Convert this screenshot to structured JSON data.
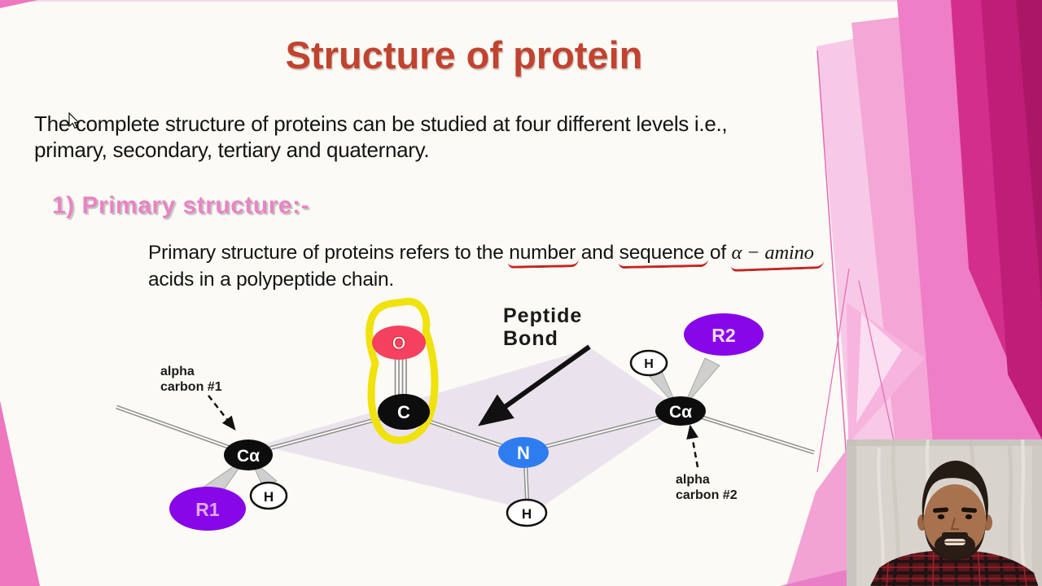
{
  "slide": {
    "title": "Structure of protein",
    "intro": {
      "line1": "The complete structure of proteins can be studied at four different levels i.e.,",
      "line2": "primary, secondary, tertiary and quaternary."
    },
    "section_heading": "1) Primary structure:-",
    "paragraph": {
      "p0": "Primary structure of proteins refers to the ",
      "p1": "number",
      "p2": " and ",
      "p3": "sequence",
      "p4": " of ",
      "p5": "α − amino",
      "line2": "acids in a polypeptide chain."
    }
  },
  "diagram": {
    "atoms": {
      "oxygen": "O",
      "carbon": "C",
      "nitrogen": "N",
      "alpha_carbon": "Cα",
      "r1": "R1",
      "r2": "R2",
      "hydrogen": "H"
    },
    "labels": {
      "alpha1_line1": "alpha",
      "alpha1_line2": "carbon #1",
      "alpha2_line1": "alpha",
      "alpha2_line2": "carbon #2",
      "peptide_line1": "Peptide",
      "peptide_line2": "Bond"
    }
  },
  "colors": {
    "title_text": "#c04330",
    "heading_pink": "#e983c3",
    "underline_red": "#c42525",
    "atom_oxygen": "#f4415f",
    "atom_carbon": "#0d0d0d",
    "atom_nitrogen": "#2e7df0",
    "atom_r_group": "#8807e8",
    "amide_plane": "#e9e2ed",
    "bond_gray": "#8f8f8f",
    "highlight_yellow": "#f0e20c",
    "deco_pale_pink": "#f7c9e6",
    "deco_light_pink": "#f4a6d6",
    "deco_medium_pink": "#ee7ec6",
    "deco_deep_pink": "#d42e8c",
    "deco_dark_magenta": "#c01d78",
    "deco_darkest_magenta": "#aa1766"
  }
}
